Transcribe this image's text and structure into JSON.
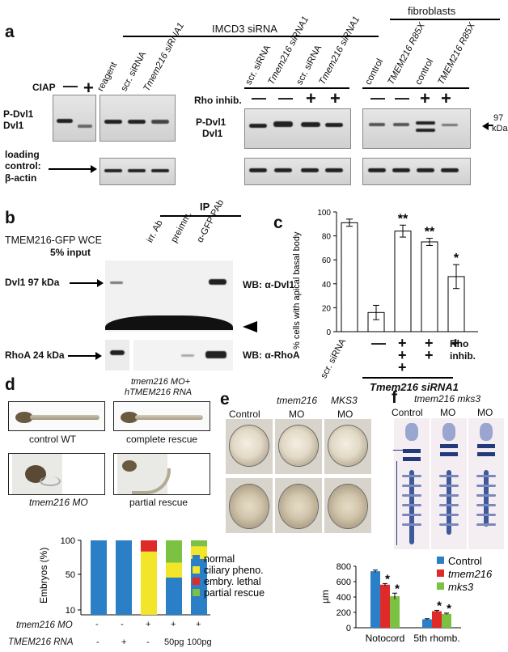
{
  "panel_a": {
    "label": "a",
    "imcd3_header": "IMCD3 siRNA",
    "fibroblasts_header": "fibroblasts",
    "ciap_label": "CIAP",
    "ciap_minus": "—",
    "ciap_plus": "+",
    "left_lanes": [
      "reagent",
      "scr. siRNA",
      "Tmem216 siRNA1"
    ],
    "mid_lanes": [
      "scr. siRNA",
      "Tmem216 siRNA1",
      "scr. siRNA",
      "Tmem216 siRNA1"
    ],
    "right_lanes": [
      "control",
      "TMEM216 R85X",
      "control",
      "TMEM216 R85X"
    ],
    "rho_label": "Rho inhib.",
    "rho_signs": [
      "—",
      "—",
      "+",
      "+",
      "—",
      "—",
      "+",
      "+"
    ],
    "p_dvl1": "P-Dvl1",
    "dvl1": "Dvl1",
    "kda_97": "97",
    "kda": "kDa",
    "loading_control_1": "loading",
    "loading_control_2": "control:",
    "loading_control_3": "β-actin"
  },
  "panel_b": {
    "label": "b",
    "wce_label": "TMEM216-GFP WCE",
    "input_label": "5% input",
    "ip_label": "IP",
    "lanes": [
      "irr. Ab",
      "preimm.",
      "α-GFP PAb"
    ],
    "dvl1_label": "Dvl1 97 kDa",
    "rhoa_label": "RhoA 24 kDa",
    "wb_dvl1": "WB: α-Dvl1",
    "wb_rhoa": "WB: α-RhoA"
  },
  "panel_c": {
    "label": "c",
    "rho_label": "Rho",
    "inhib_label": "inhib.",
    "scr_label": "scr. siRNA",
    "tmem_label": "Tmem216 siRNA1",
    "chart_data": {
      "type": "bar",
      "ylabel": "% cells with apical basal body",
      "ylim": [
        0,
        100
      ],
      "yticks": [
        0,
        20,
        40,
        60,
        80,
        100
      ],
      "values": [
        91,
        16,
        84,
        75,
        46
      ],
      "errors": [
        3,
        6,
        5,
        3,
        10
      ],
      "significance": [
        "",
        "",
        "**",
        "**",
        "*"
      ],
      "rho_inhibitor_marks": [
        [],
        [
          "—"
        ],
        [
          "+",
          "+",
          "+"
        ],
        [
          "+",
          "+"
        ],
        [
          "+"
        ]
      ]
    }
  },
  "panel_d": {
    "label": "d",
    "rescue_header_1": "tmem216 MO+",
    "rescue_header_2": "hTMEM216 RNA",
    "captions": [
      "control WT",
      "complete rescue",
      "tmem216 MO",
      "partial rescue"
    ],
    "chart_data": {
      "type": "bar",
      "stacked": true,
      "ylabel": "Embryos (%)",
      "yticks": [
        "10",
        "50",
        "100"
      ],
      "conditions": [
        {
          "mo": "-",
          "rna": "-"
        },
        {
          "mo": "-",
          "rna": "+"
        },
        {
          "mo": "+",
          "rna": "-"
        },
        {
          "mo": "+",
          "rna": "50pg"
        },
        {
          "mo": "+",
          "rna": "100pg"
        }
      ],
      "row_labels": [
        "tmem216 MO",
        "TMEM216 RNA"
      ],
      "series": [
        {
          "name": "normal",
          "color": "#2a7fc7",
          "values": [
            100,
            100,
            0,
            50,
            75
          ]
        },
        {
          "name": "ciliary pheno.",
          "color": "#f2e52a",
          "values": [
            0,
            0,
            85,
            20,
            17
          ]
        },
        {
          "name": "embry. lethal",
          "color": "#e02a2a",
          "values": [
            0,
            0,
            15,
            0,
            0
          ]
        },
        {
          "name": "partial rescue",
          "color": "#7cc242",
          "values": [
            0,
            0,
            0,
            30,
            8
          ]
        }
      ]
    }
  },
  "panel_e": {
    "label": "e",
    "headers": [
      "Control",
      "tmem216",
      "MKS3"
    ],
    "sub": [
      "",
      "MO",
      "MO"
    ]
  },
  "panel_f": {
    "label": "f",
    "header": "tmem216 mks3",
    "cols": [
      "Control",
      "MO",
      "MO"
    ],
    "chart_data": {
      "type": "bar",
      "ylabel": "µm",
      "ylim": [
        0,
        800
      ],
      "yticks": [
        0,
        200,
        400,
        600,
        800
      ],
      "categories": [
        "Notocord",
        "5th rhomb."
      ],
      "series": [
        {
          "name": "Control",
          "color": "#2a7fc7",
          "values": [
            735,
            110
          ],
          "errors": [
            15,
            8
          ]
        },
        {
          "name": "tmem216",
          "color": "#e02a2a",
          "values": [
            560,
            215
          ],
          "errors": [
            15,
            12
          ]
        },
        {
          "name": "mks3",
          "color": "#7cc242",
          "values": [
            410,
            180
          ],
          "errors": [
            40,
            10
          ]
        }
      ],
      "significance": [
        [
          "",
          "*",
          "*"
        ],
        [
          "",
          "*",
          "*"
        ]
      ]
    }
  }
}
